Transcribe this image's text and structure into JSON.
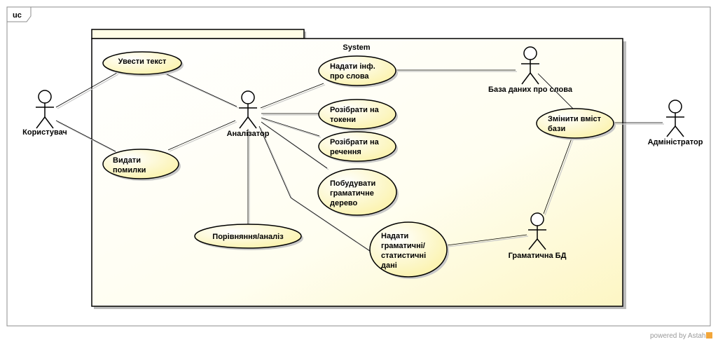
{
  "frame": {
    "tag": "uc"
  },
  "system": {
    "title": "System"
  },
  "actors": {
    "user": "Користувач",
    "analyzer": "Аналізатор",
    "word_db": "База даних про слова",
    "grammar_db": "Граматична БД",
    "admin": "Адміністратор"
  },
  "use_cases": {
    "enter_text": [
      "Увести текст"
    ],
    "show_errors": [
      "Видати",
      "помилки"
    ],
    "word_info": [
      "Надати інф.",
      "про слова"
    ],
    "parse_tokens": [
      "Розібрати на",
      "токени"
    ],
    "parse_sentences": [
      "Розібрати на",
      "речення"
    ],
    "build_tree": [
      "Побудувати",
      "граматичне",
      "дерево"
    ],
    "compare": [
      "Порівняння/аналіз"
    ],
    "grammar_data": [
      "Надати",
      "граматичні/",
      "статистичні",
      "дані"
    ],
    "change_db": [
      "Змінити вміст",
      "бази"
    ]
  },
  "watermark": {
    "text": "powered by Astah"
  },
  "colors": {
    "usecase_fill": "#fdf8c8",
    "system_fill": "#fffde6",
    "stroke": "#000000",
    "shadow": "#c8c8c8"
  }
}
